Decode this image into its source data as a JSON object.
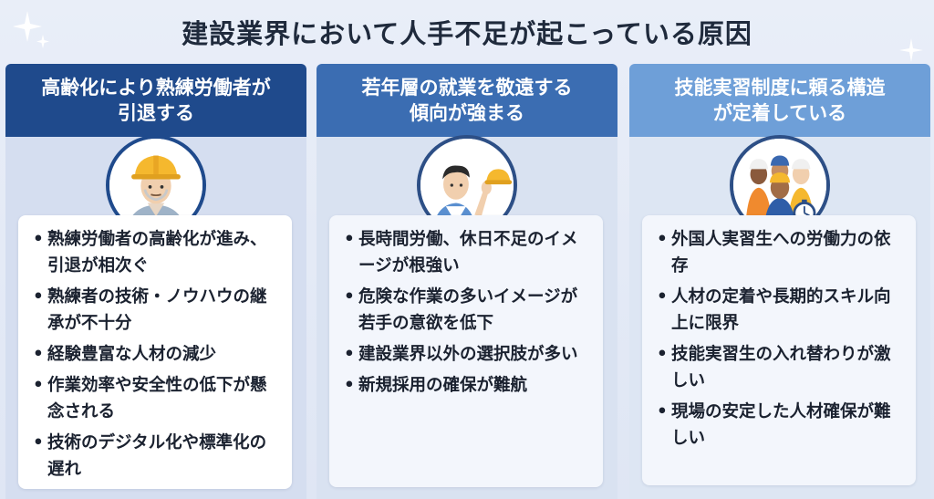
{
  "title": "建設業界において人手不足が起こっている原因",
  "colors": {
    "col1_header": "#1f4a8c",
    "col2_header": "#3b6db2",
    "col3_header": "#6e9fd8",
    "background": "#e3e9f5"
  },
  "columns": [
    {
      "heading_line1": "高齢化により熟練労働者が",
      "heading_line2": "引退する",
      "icon": "elderly-worker-hardhat-icon",
      "items": [
        "熟練労働者の高齢化が進み、引退が相次ぐ",
        "熟練者の技術・ノウハウの継承が不十分",
        "経験豊富な人材の減少",
        "作業効率や安全性の低下が懸念される",
        "技術のデジタル化や標準化の遅れ"
      ]
    },
    {
      "heading_line1": "若年層の就業を敬遠する",
      "heading_line2": "傾向が強まる",
      "icon": "young-person-refusing-hardhat-icon",
      "items": [
        "長時間労働、休日不足のイメージが根強い",
        "危険な作業の多いイメージが若手の意欲を低下",
        "建設業界以外の選択肢が多い",
        "新規採用の確保が難航"
      ]
    },
    {
      "heading_line1": "技能実習制度に頼る構造",
      "heading_line2": "が定着している",
      "icon": "foreign-trainees-group-icon",
      "items": [
        "外国人実習生への労働力の依存",
        "人材の定着や長期的スキル向上に限界",
        "技能実習生の入れ替わりが激しい",
        "現場の安定した人材確保が難しい"
      ]
    }
  ]
}
